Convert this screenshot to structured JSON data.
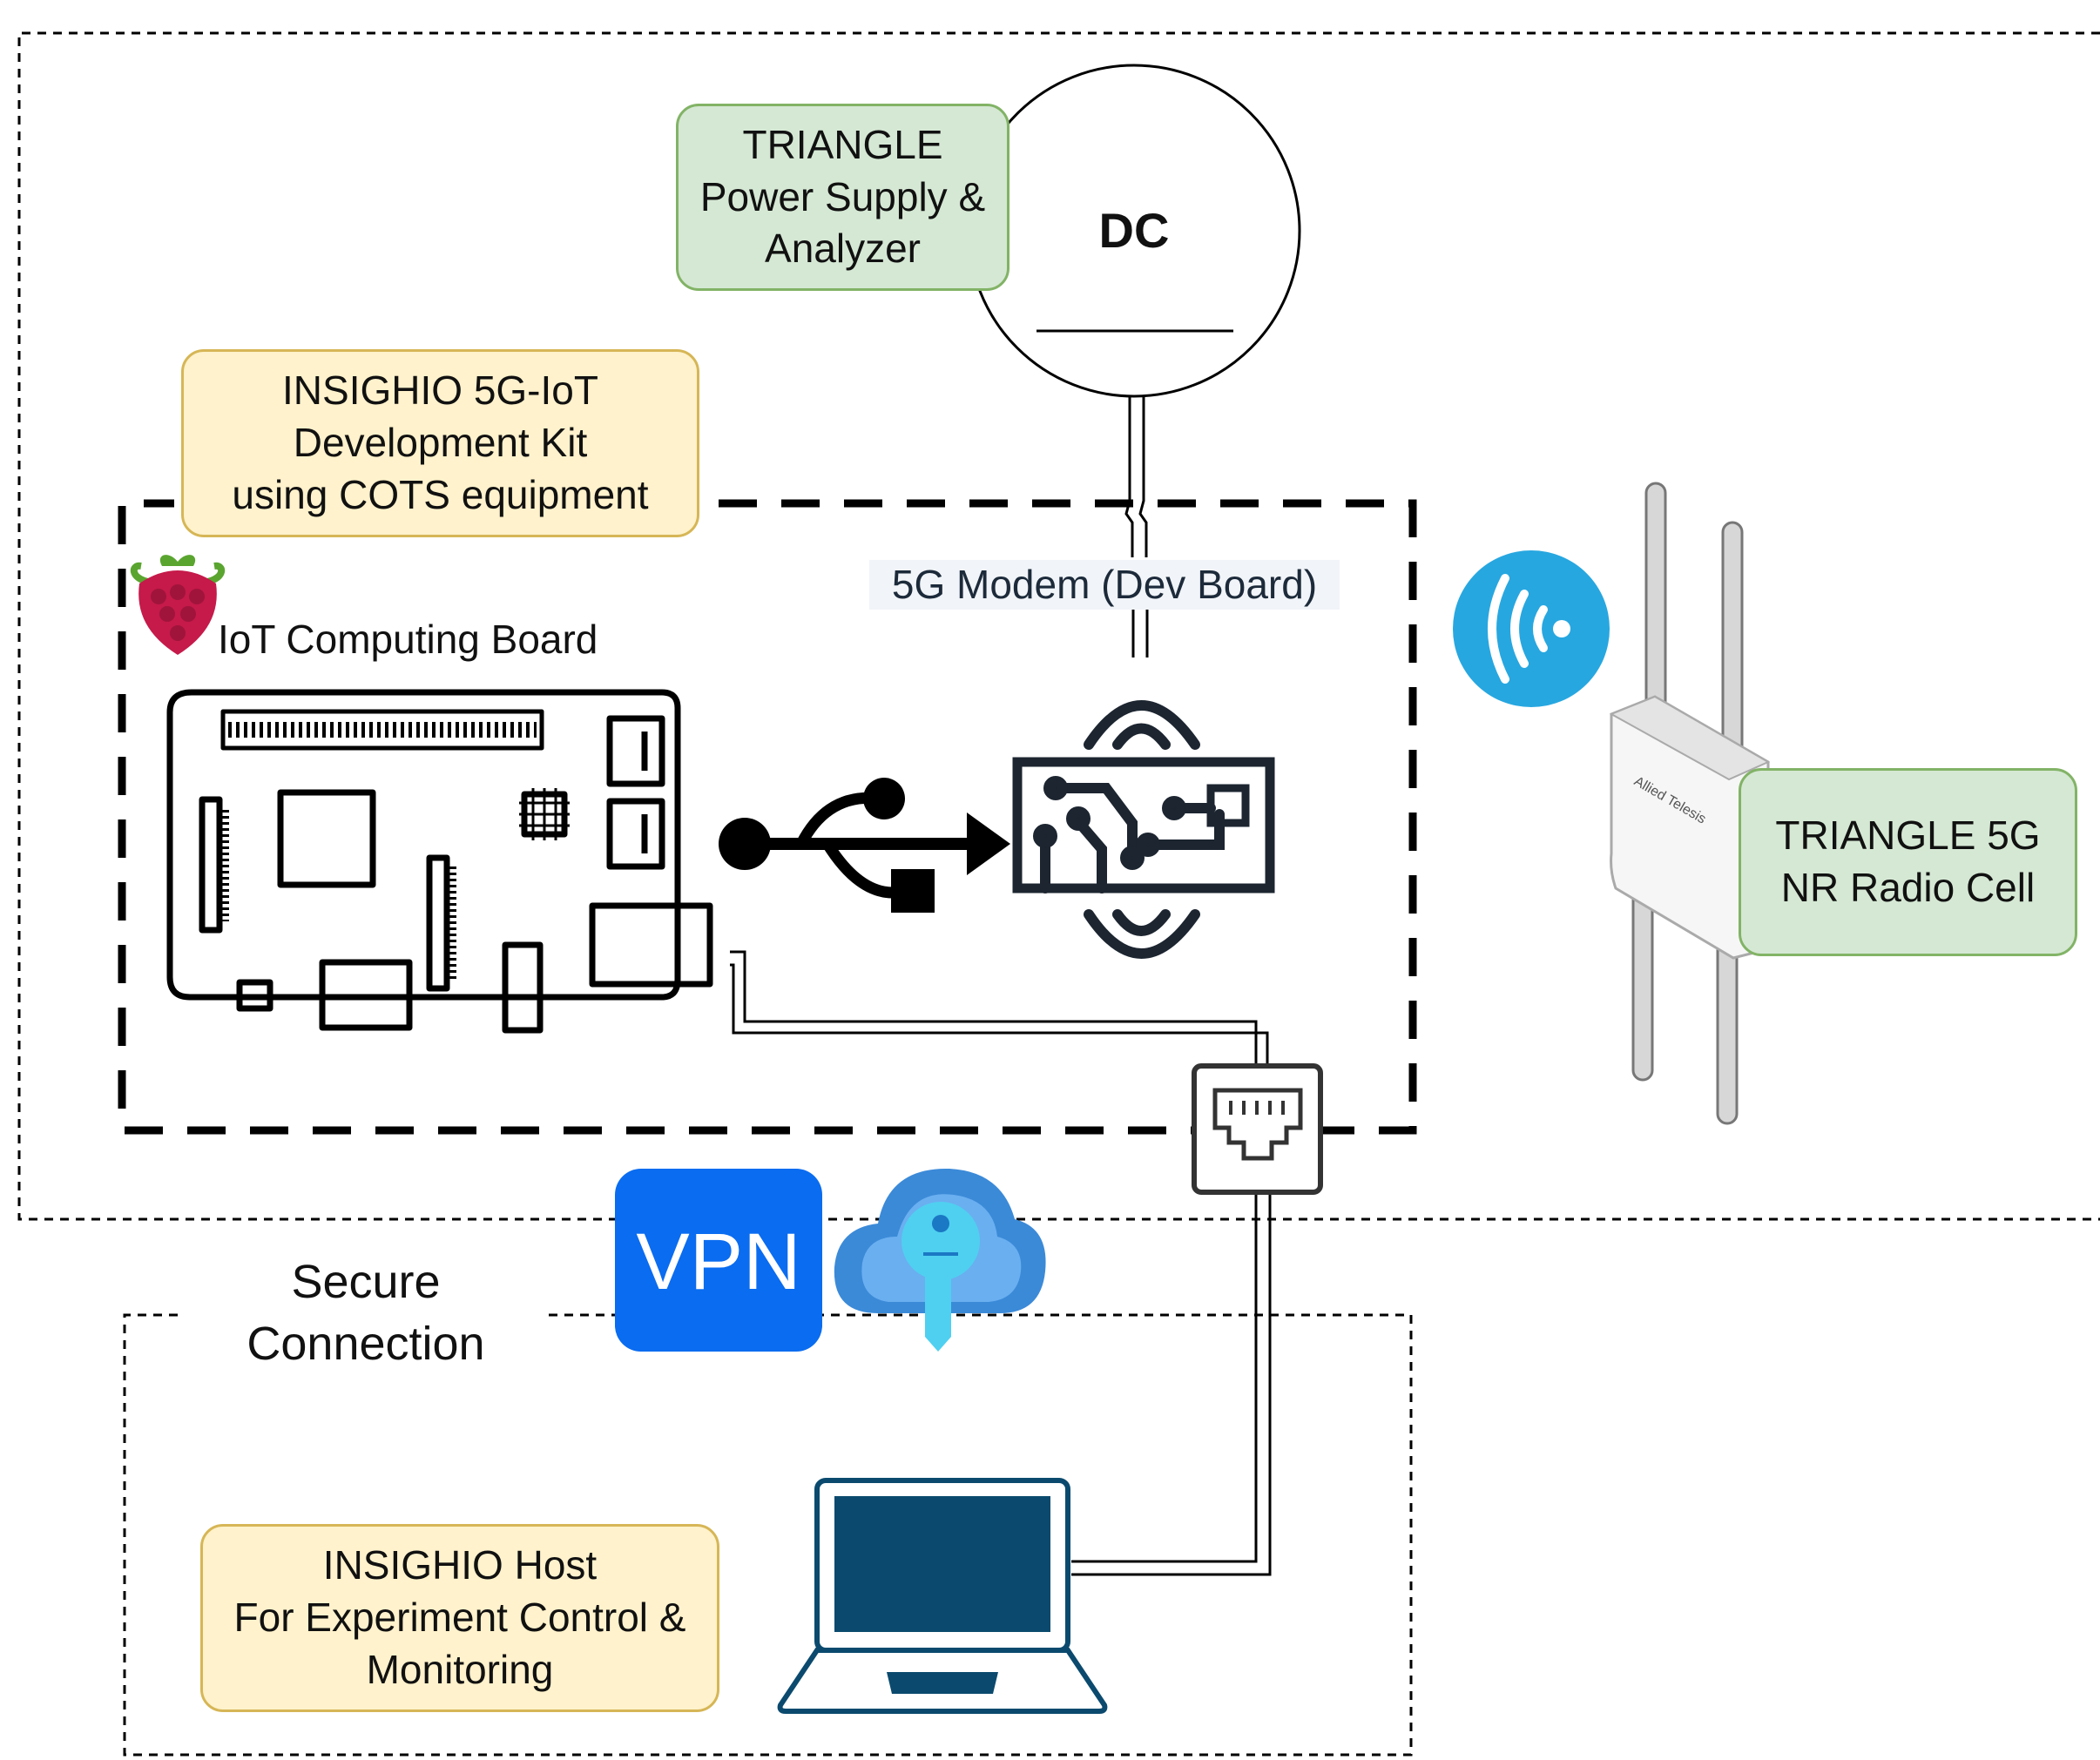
{
  "labels": {
    "triangle_power": "TRIANGLE\nPower Supply &\nAnalyzer",
    "dc": "DC",
    "dev_kit": "INSIGHIO 5G-IoT\nDevelopment Kit\nusing COTS equipment",
    "modem": "5G Modem (Dev Board)",
    "iot_board": "IoT Computing Board",
    "radio_cell": "TRIANGLE 5G\nNR Radio Cell",
    "router_brand": "Allied Telesis",
    "vpn": "VPN",
    "secure": "Secure\nConnection",
    "host": "INSIGHIO Host\nFor Experiment Control &\nMonitoring"
  },
  "icons": {
    "raspberry": "raspberry-pi-logo",
    "board": "raspberry-pi-board-icon",
    "usb": "usb-arrow-icon",
    "modem": "circuit-board-wireless-icon",
    "wireless": "wireless-signal-icon",
    "router": "5g-router-antenna-icon",
    "ethernet": "ethernet-port-icon",
    "vpn": "vpn-badge-icon",
    "key_cloud": "cloud-key-icon",
    "laptop": "laptop-icon"
  },
  "colors": {
    "green_fill": "#d5e8d4",
    "green_stroke": "#82b366",
    "yellow_fill": "#fff2cc",
    "yellow_stroke": "#d6b656",
    "vpn_blue": "#0a6cf0",
    "wireless_blue": "#27a7e0",
    "laptop_navy": "#0b4a6e"
  }
}
